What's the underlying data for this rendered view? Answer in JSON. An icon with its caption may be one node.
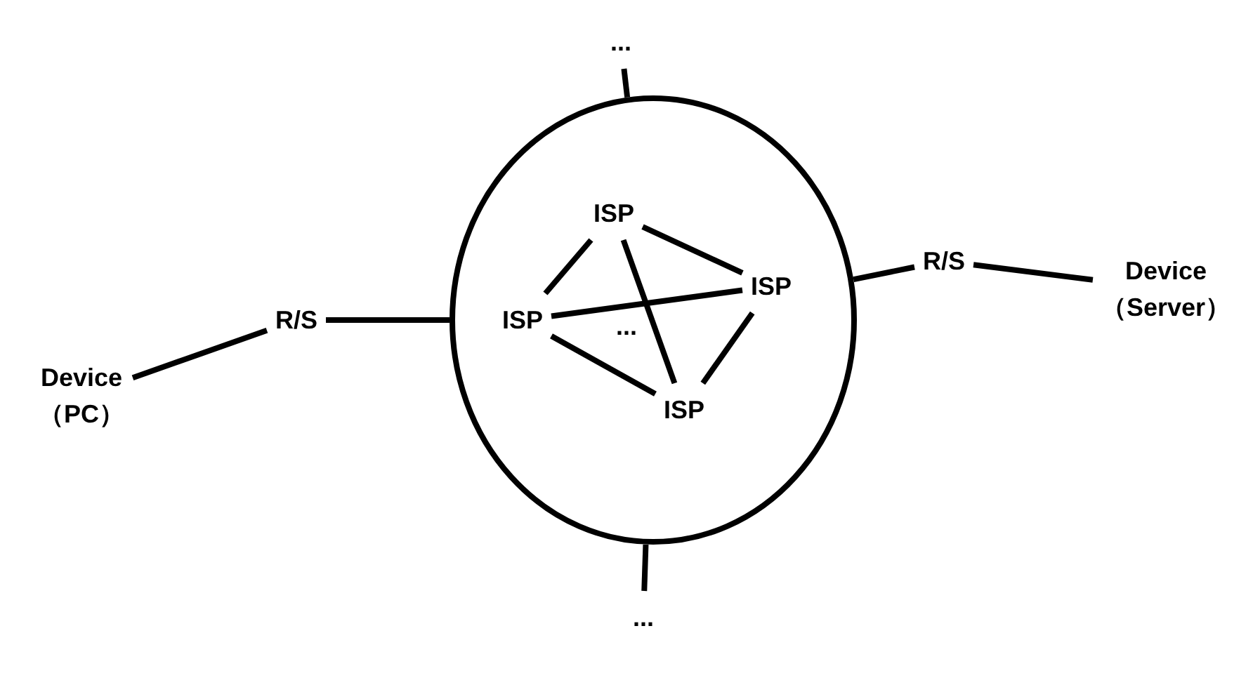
{
  "diagram": {
    "nodes": [
      {
        "text": [
          "..."
        ]
      },
      {
        "text": [],
        "shape": "circle"
      },
      {
        "text": [
          "ISP"
        ],
        "in": 1
      },
      {
        "text": [
          "ISP"
        ],
        "in": 1
      },
      {
        "text": [
          "ISP"
        ],
        "in": 1
      },
      {
        "text": [
          "ISP"
        ],
        "in": 1
      },
      {
        "text": [
          "R/S"
        ]
      },
      {
        "text": [
          "Device",
          "（PC）"
        ]
      },
      {
        "text": [
          "R/S"
        ]
      },
      {
        "text": [
          "Device",
          "（Server）"
        ]
      },
      {
        "text": [
          "..."
        ]
      }
    ],
    "edges": [
      {
        "from": 0,
        "to": 1,
        "arrow": "none"
      },
      {
        "from": 2,
        "to": 3,
        "arrow": "none"
      },
      {
        "from": 2,
        "to": 5,
        "arrow": "none"
      },
      {
        "from": 2,
        "to": 4,
        "arrow": "none"
      },
      {
        "from": 3,
        "to": 4,
        "arrow": "none"
      },
      {
        "from": 3,
        "to": 5,
        "arrow": "none"
      },
      {
        "from": 4,
        "to": 5,
        "arrow": "none"
      },
      {
        "from": 7,
        "to": 6,
        "arrow": "none"
      },
      {
        "from": 6,
        "to": 1,
        "arrow": "none"
      },
      {
        "from": 1,
        "to": 8,
        "arrow": "none"
      },
      {
        "from": 8,
        "to": 9,
        "arrow": "none"
      },
      {
        "from": 1,
        "to": 10,
        "arrow": "none"
      }
    ],
    "labels": [
      "..."
    ]
  }
}
